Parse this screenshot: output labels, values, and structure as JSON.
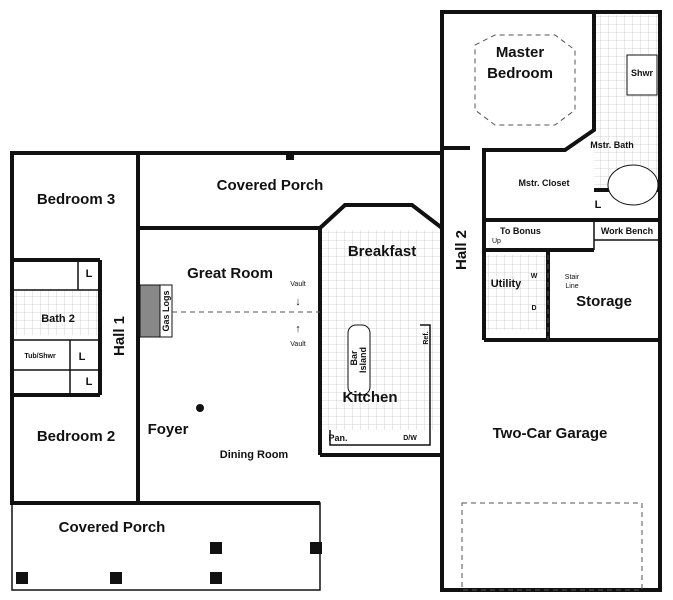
{
  "rooms": {
    "master_bedroom_line1": "Master",
    "master_bedroom_line2": "Bedroom",
    "shower": "Shwr",
    "master_bath": "Mstr. Bath",
    "master_closet": "Mstr. Closet",
    "linen": "L",
    "covered_porch_top": "Covered Porch",
    "bedroom3": "Bedroom 3",
    "breakfast": "Breakfast",
    "hall2": "Hall 2",
    "up": "Up",
    "to_bonus": "To Bonus",
    "work_bench": "Work Bench",
    "great_room": "Great Room",
    "vault": "Vault",
    "gas_logs": "Gas Logs",
    "bath2": "Bath 2",
    "tub_shower": "Tub/Shwr",
    "hall1": "Hall 1",
    "utility": "Utility",
    "washer": "W",
    "dryer": "D",
    "stair_line_1": "Stair",
    "stair_line_2": "Line",
    "storage": "Storage",
    "bar": "Bar",
    "island": "Island",
    "refrigerator": "Ref.",
    "kitchen": "Kitchen",
    "foyer": "Foyer",
    "dining_room": "Dining Room",
    "pantry": "Pan.",
    "dishwasher": "D/W",
    "bedroom2": "Bedroom 2",
    "two_car_garage": "Two-Car Garage",
    "covered_porch_bottom": "Covered Porch"
  }
}
